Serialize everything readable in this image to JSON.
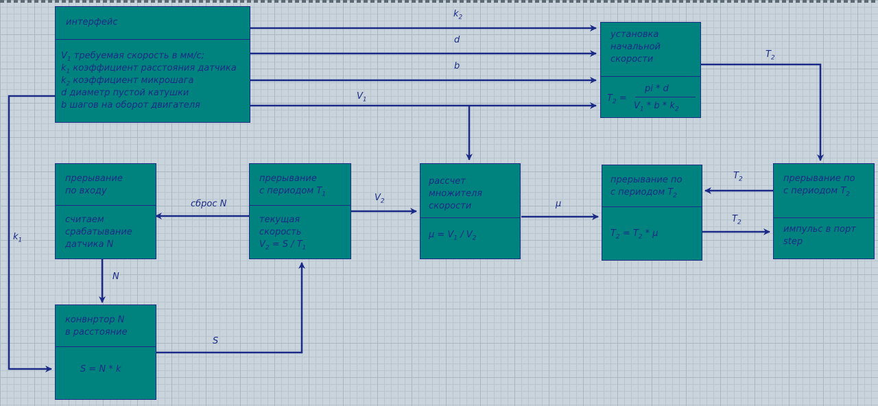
{
  "boxes": {
    "interface": {
      "title": "интерфейс",
      "lines": [
        {
          "pre": "V",
          "sub": "1",
          "post": " требуемая скорость в мм/с;"
        },
        {
          "pre": "k",
          "sub": "1",
          "post": " коэффициент расстояния датчика"
        },
        {
          "pre": "k",
          "sub": "2",
          "post": " коэффициент микрошага"
        },
        {
          "pre": "d",
          "sub": "",
          "post": " диаметр пустой катушки"
        },
        {
          "pre": "b",
          "sub": "",
          "post": " шагов на оборот двигателя"
        }
      ]
    },
    "initial_speed": {
      "title1": "установка",
      "title2": "начальной",
      "title3": "скорости",
      "formula_lhs": "T",
      "formula_lhs_sub": "2",
      "formula_eq": " =",
      "formula_num": "pi * d",
      "formula_den_a": "V",
      "formula_den_a_sub": "1",
      "formula_den_b": " * b * k",
      "formula_den_b_sub": "2"
    },
    "input_interrupt": {
      "title1": "прерывание",
      "title2": "по входу",
      "body1": "считаем",
      "body2": "срабатывание",
      "body3": "датчика N"
    },
    "period_interrupt_t1": {
      "title1": "прерывание",
      "title2": "с периодом T",
      "title2_sub": "1",
      "body1": "текущая",
      "body2": "скорость",
      "body3": "V",
      "body3_sub": "2",
      "body3_rest": " = S / T",
      "body3_rest_sub": "1"
    },
    "multiplier": {
      "title1": "рассчет",
      "title2": "множителя",
      "title3": "скорости",
      "body": "μ = V",
      "body_sub1": "1",
      "body_mid": " / V",
      "body_sub2": "2"
    },
    "period_interrupt_t2a": {
      "title1": "прерывание по",
      "title2": "с периодом T",
      "title2_sub": "2",
      "body": "T",
      "body_sub1": "2",
      "body_mid": " = T",
      "body_sub2": "2",
      "body_end": " * μ"
    },
    "period_interrupt_t2b": {
      "title1": "прерывание по",
      "title2": "с периодом T",
      "title2_sub": "2",
      "body1": "импульс в порт",
      "body2": "step"
    },
    "converter": {
      "title1": "конвнртор N",
      "title2": "в расстояние",
      "body": "S = N * k"
    }
  },
  "arrows": {
    "k2": {
      "base": "k",
      "sub": "2"
    },
    "d": {
      "base": "d",
      "sub": ""
    },
    "b": {
      "base": "b",
      "sub": ""
    },
    "v1": {
      "base": "V",
      "sub": "1"
    },
    "t2_top": {
      "base": "T",
      "sub": "2"
    },
    "reset_n": {
      "base": "сброс N",
      "sub": ""
    },
    "v2": {
      "base": "V",
      "sub": "2"
    },
    "mu": {
      "base": "μ",
      "sub": ""
    },
    "t2_left": {
      "base": "T",
      "sub": "2"
    },
    "t2_right": {
      "base": "T",
      "sub": "2"
    },
    "k1": {
      "base": "k",
      "sub": "1"
    },
    "n": {
      "base": "N",
      "sub": ""
    },
    "s": {
      "base": "S",
      "sub": ""
    }
  },
  "colors": {
    "box_fill": "#00837f",
    "line": "#1b2a86",
    "grid_background": "#c9d4dc"
  }
}
